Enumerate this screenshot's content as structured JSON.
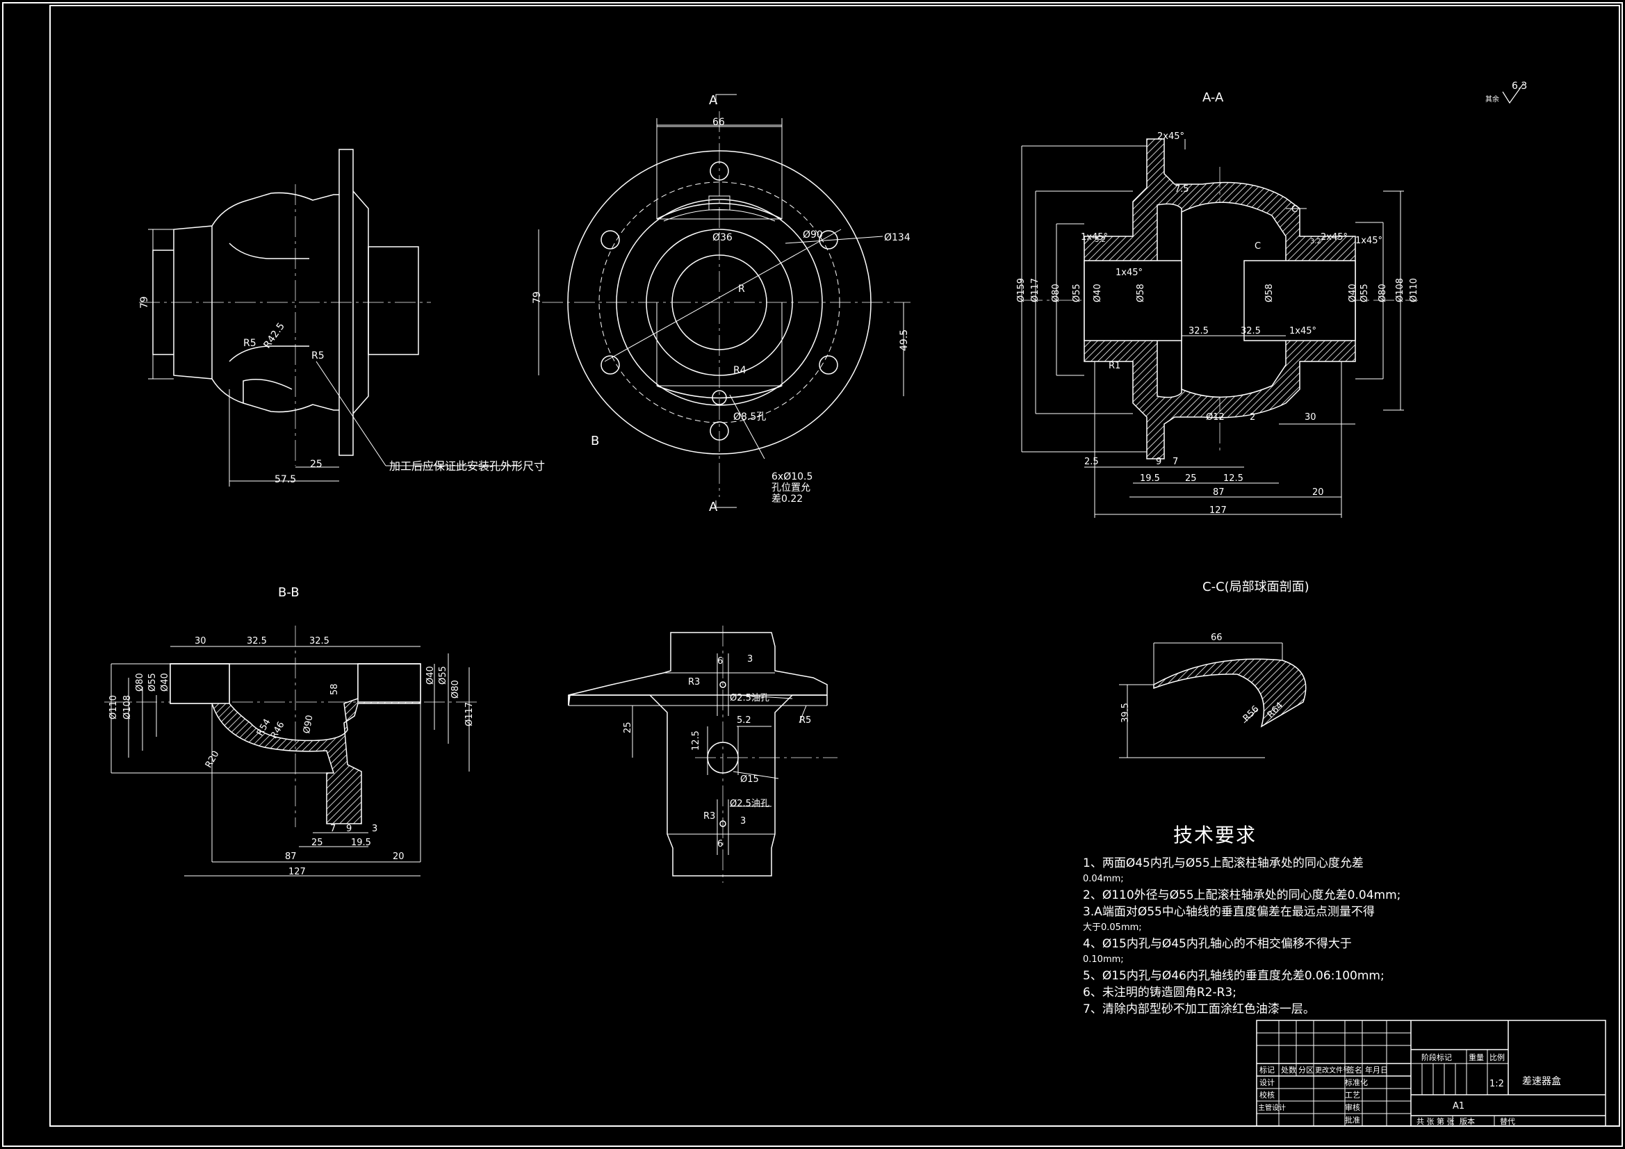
{
  "views": {
    "aa_title": "A-A",
    "bb_title": "B-B",
    "cc_title": "C-C(局部球面剖面)",
    "roughness": "6.3",
    "roughness_prefix": "其余",
    "section_mark_a": "A",
    "section_mark_b": "B"
  },
  "left_view": {
    "dims": [
      "79",
      "57.5",
      "25",
      "R5",
      "R42.5",
      "R5"
    ],
    "note": "加工后应保证此安装孔外形尺寸"
  },
  "front_view": {
    "dims": [
      "66",
      "Ø36",
      "Ø90",
      "Ø134",
      "79",
      "49.5",
      "R4",
      "Ø8.5孔",
      "R"
    ],
    "hole_note": [
      "6xØ10.5",
      "孔位置允",
      "差0.22"
    ]
  },
  "aa_view": {
    "dims": [
      "2x45°",
      "7.5",
      "1x45°",
      "1x45°",
      "2x45°",
      "1x45°",
      "1x45°",
      "Ø159",
      "Ø117",
      "Ø80",
      "Ø55",
      "Ø40",
      "Ø58",
      "Ø58",
      "Ø40",
      "Ø55",
      "Ø80",
      "Ø108",
      "Ø110",
      "32.5",
      "32.5",
      "R1",
      "Ø12",
      "2",
      "30",
      "2.5",
      "9",
      "7",
      "19.5",
      "25",
      "12.5",
      "87",
      "20",
      "127",
      "C",
      "C",
      "3.2",
      "3.2"
    ]
  },
  "bb_view": {
    "dims": [
      "30",
      "32.5",
      "32.5",
      "Ø110",
      "Ø108",
      "Ø80",
      "Ø55",
      "Ø40",
      "58",
      "Ø40",
      "Ø55",
      "Ø80",
      "Ø117",
      "R54",
      "R46",
      "Ø90",
      "R20",
      "7",
      "9",
      "3",
      "25",
      "19.5",
      "87",
      "20",
      "127"
    ]
  },
  "side_view": {
    "dims": [
      "6",
      "3",
      "R3",
      "Ø2.5油孔",
      "25",
      "5.2",
      "R5",
      "12.5",
      "Ø15",
      "Ø2.5油孔",
      "R3",
      "3",
      "6"
    ]
  },
  "cc_view": {
    "dims": [
      "66",
      "39.5",
      "R56",
      "R64"
    ]
  },
  "notes": {
    "title": "技术要求",
    "items": [
      "1、两面Ø45内孔与Ø55上配滚柱轴承处的同心度允差",
      "0.04mm;",
      "2、Ø110外径与Ø55上配滚柱轴承处的同心度允差0.04mm;",
      "3.A端面对Ø55中心轴线的垂直度偏差在最远点测量不得",
      "大于0.05mm;",
      "4、Ø15内孔与Ø45内孔轴心的不相交偏移不得大于",
      "0.10mm;",
      "5、Ø15内孔与Ø46内孔轴线的垂直度允差0.06:100mm;",
      "6、未注明的铸造圆角R2-R3;",
      "7、清除内部型砂不加工面涂红色油漆一层。"
    ]
  },
  "title_block": {
    "headers": [
      "标记",
      "处数",
      "分区",
      "更改文件号",
      "签名",
      "年月日"
    ],
    "rows": [
      "设计",
      "校核",
      "主管设计"
    ],
    "mid": [
      "标准化",
      "工艺",
      "审核",
      "批准"
    ],
    "stage": "阶段标记",
    "weight": "重量",
    "scale_label": "比例",
    "scale": "1:2",
    "part_name": "差速器盒",
    "sheet": "A1",
    "bottom": [
      "共 张 第 张",
      "版本",
      "替代"
    ]
  },
  "colors": {
    "background": "#000000",
    "line": "#ffffff",
    "center": "#cfcfcf"
  }
}
